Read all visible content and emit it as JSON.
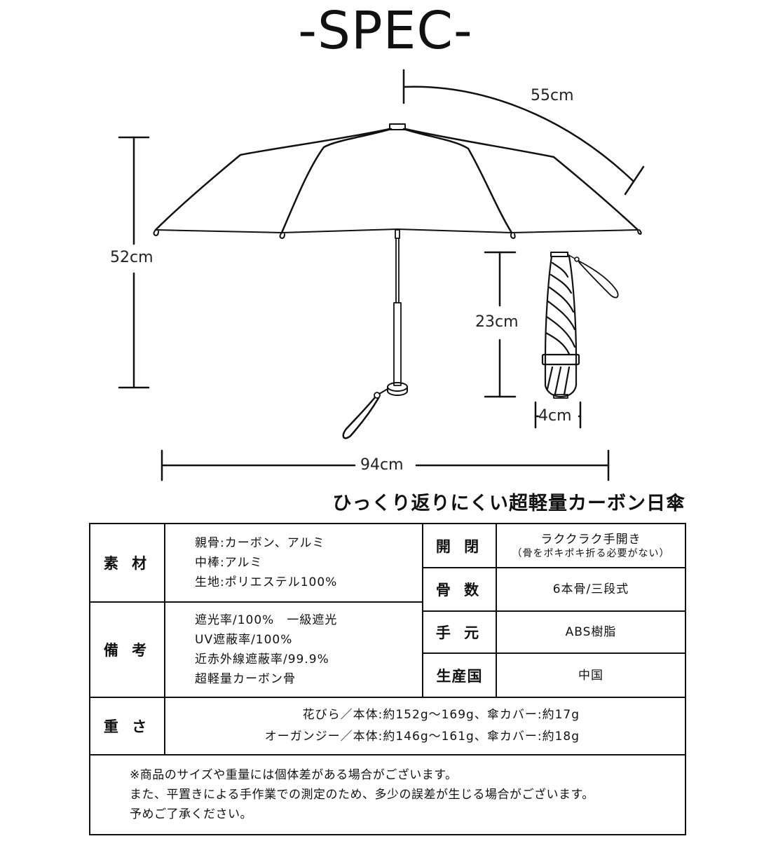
{
  "header": {
    "title": "-SPEC-"
  },
  "diagram": {
    "dimensions": {
      "rib_length": "55cm",
      "total_length": "52cm",
      "open_diameter": "94cm",
      "folded_length": "23cm",
      "folded_width": "4cm"
    },
    "illustrations": [
      "open-umbrella",
      "folded-umbrella"
    ]
  },
  "product": {
    "name": "ひっくり返りにくい超軽量カーボン日傘"
  },
  "spec_table": {
    "material": {
      "label": "素 材",
      "lines": [
        "親骨:カーボン、アルミ",
        "中棒:アルミ",
        "生地:ポリエステル100%"
      ]
    },
    "remarks": {
      "label": "備 考",
      "lines": [
        "遮光率/100%　一級遮光",
        "UV遮蔽率/100%",
        "近赤外線遮蔽率/99.9%",
        "超軽量カーボン骨"
      ]
    },
    "opening": {
      "label": "開 閉",
      "value": "ラククラク手開き",
      "note": "（骨をポキポキ折る必要がない）"
    },
    "ribs": {
      "label": "骨 数",
      "value": "6本骨/三段式"
    },
    "handle": {
      "label": "手 元",
      "value": "ABS樹脂"
    },
    "origin": {
      "label": "生産国",
      "value": "中国"
    },
    "weight": {
      "label": "重 さ",
      "lines": [
        "花びら／本体:約152g～169g、傘カバー:約17g",
        "オーガンジー／本体:約146g～161g、傘カバー:約18g"
      ]
    },
    "notes": [
      "※商品のサイズや重量には個体差がある場合がございます。",
      "また、平置きによる手作業での測定のため、多少の誤差が生じる場合がございます。",
      "予めご了承ください。"
    ]
  }
}
